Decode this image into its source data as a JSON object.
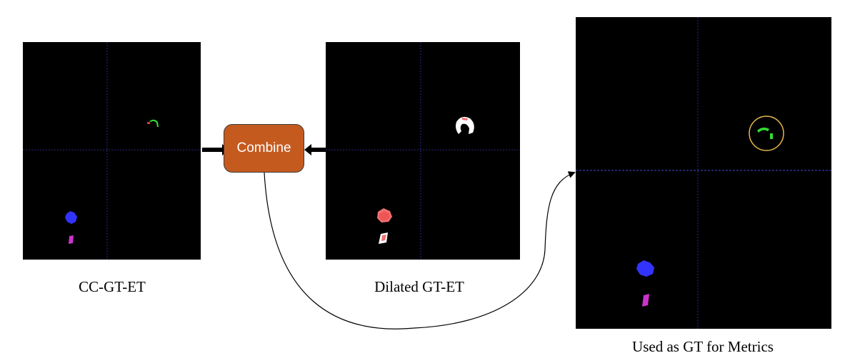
{
  "panels": {
    "cc_gt_et": {
      "caption": "CC-GT-ET"
    },
    "dilated_gt_et": {
      "caption": "Dilated GT-ET"
    },
    "used_as_gt": {
      "caption": "Used as GT for Metrics"
    }
  },
  "combine": {
    "label": "Combine"
  },
  "colors": {
    "panel_bg": "#000000",
    "crosshair": "#2a2a8c",
    "combine_fill": "#c55a1f",
    "blue_region": "#3333ff",
    "magenta_region": "#cc33cc",
    "green_region": "#33dd33",
    "red_region": "#dd3333",
    "pink_region": "#f07070",
    "white_region": "#ffffff",
    "highlight_circle": "#e6b84a",
    "arrow": "#000000"
  }
}
